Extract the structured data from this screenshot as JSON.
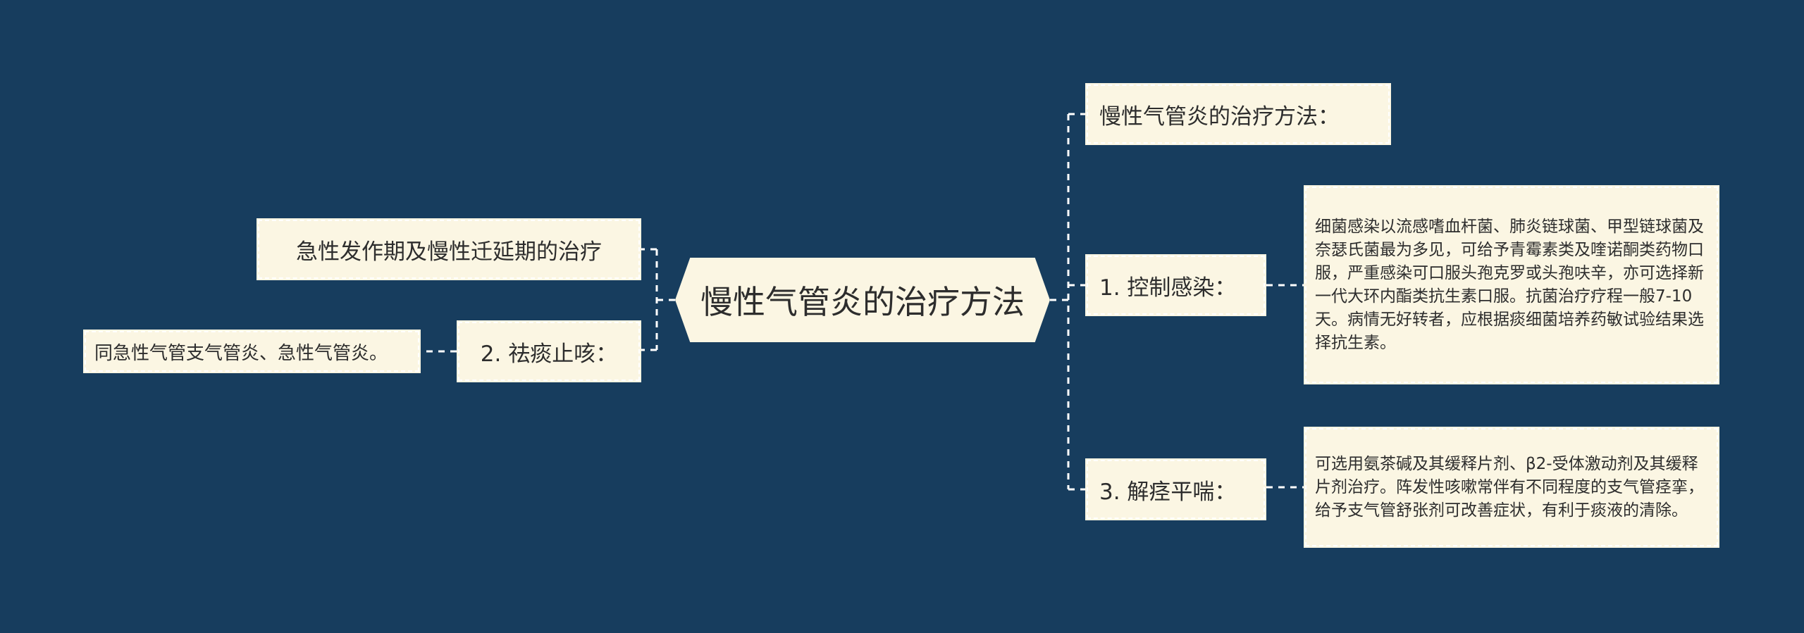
{
  "colors": {
    "background": "#173d5e",
    "node_fill": "#fbf6e3",
    "connector": "#ffffff",
    "text": "#2d2d2d"
  },
  "mindmap": {
    "center": "慢性气管炎的治疗方法",
    "left": [
      {
        "label": "急性发作期及慢性迁延期的治疗"
      },
      {
        "label": "2. 祛痰止咳：",
        "note": "同急性气管支气管炎、急性气管炎。"
      }
    ],
    "right": [
      {
        "label": "慢性气管炎的治疗方法："
      },
      {
        "label": "1. 控制感染：",
        "note": "细菌感染以流感嗜血杆菌、肺炎链球菌、甲型链球菌及奈瑟氏菌最为多见，可给予青霉素类及喹诺酮类药物口服，严重感染可口服头孢克罗或头孢呋辛，亦可选择新一代大环内酯类抗生素口服。抗菌治疗疗程一般7-10天。病情无好转者，应根据痰细菌培养药敏试验结果选择抗生素。"
      },
      {
        "label": "3. 解痉平喘：",
        "note": "可选用氨茶碱及其缓释片剂、β2-受体激动剂及其缓释片剂治疗。阵发性咳嗽常伴有不同程度的支气管痉挛，给予支气管舒张剂可改善症状，有利于痰液的清除。"
      }
    ]
  }
}
